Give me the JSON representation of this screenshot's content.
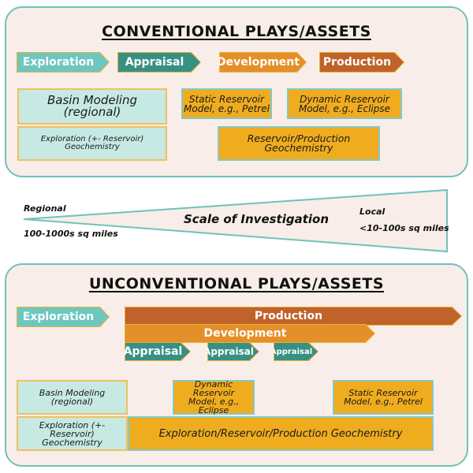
{
  "conventional": {
    "title": "CONVENTIONAL PLAYS/ASSETS",
    "stages": [
      {
        "label": "Exploration",
        "color": "#6ec7bf"
      },
      {
        "label": "Appraisal",
        "color": "#379083"
      },
      {
        "label": "Development",
        "color": "#e58f28"
      },
      {
        "label": "Production",
        "color": "#c0622a"
      }
    ],
    "boxes": {
      "basin_modeling": "Basin Modeling (regional)",
      "exploration_geochem": "Exploration (+- Reservoir) Geochemistry",
      "static_model_line1": "Static Reservoir",
      "static_model_line2": "Model, e.g., Petrel",
      "dynamic_model_line1": "Dynamic Reservoir",
      "dynamic_model_line2": "Model, e.g., Eclipse",
      "reservoir_production_geochem": "Reservoir/Production Geochemistry"
    }
  },
  "scale": {
    "title": "Scale of Investigation",
    "left_label": "Regional",
    "left_range": "100-1000s sq miles",
    "right_label": "Local",
    "right_range": "<10-100s sq miles"
  },
  "unconventional": {
    "title": "UNCONVENTIONAL PLAYS/ASSETS",
    "stages": {
      "exploration": "Exploration",
      "production": "Production",
      "development": "Development",
      "appraisal_1": "Appraisal",
      "appraisal_2": "Appraisal",
      "appraisal_3": "Appraisal"
    },
    "boxes": {
      "basin_modeling": "Basin Modeling (regional)",
      "exploration_geochem_line1": "Exploration (+- Reservoir)",
      "exploration_geochem_line2": "Geochemistry",
      "dynamic_model_line1": "Dynamic Reservoir",
      "dynamic_model_line2": "Model, e.g., Eclipse",
      "static_model_line1": "Static Reservoir",
      "static_model_line2": "Model, e.g., Petrel",
      "combined_geochem": "Exploration/Reservoir/Production Geochemistry"
    }
  },
  "colors": {
    "panel_bg": "#f8ede8",
    "panel_border": "#6fc2bb",
    "teal_box": "#c7e9e4",
    "gold_box": "#efac1f"
  }
}
